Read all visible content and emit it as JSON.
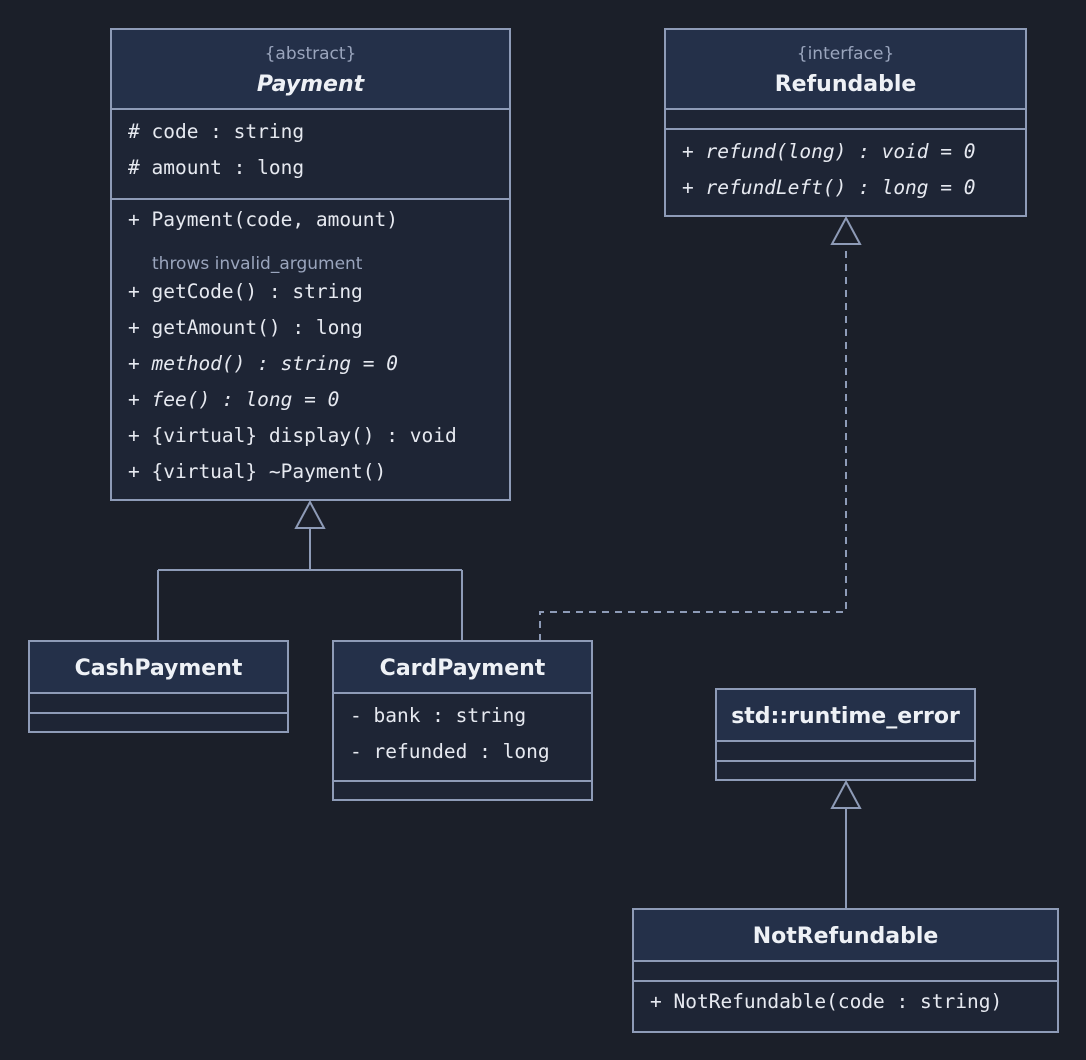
{
  "payment": {
    "stereotype": "{abstract}",
    "name": "Payment",
    "attributes": [
      "# code : string",
      "# amount : long"
    ],
    "constructor": "+ Payment(code, amount)",
    "throws_note": "throws invalid_argument",
    "methods": [
      "+ getCode() : string",
      "+ getAmount() : long",
      "+ method() : string = 0",
      "+ fee() : long = 0",
      "+ {virtual} display() : void",
      "+ {virtual} ~Payment()"
    ]
  },
  "refundable": {
    "stereotype": "{interface}",
    "name": "Refundable",
    "methods": [
      "+ refund(long) : void = 0",
      "+ refundLeft() : long = 0"
    ]
  },
  "cash_payment": {
    "name": "CashPayment"
  },
  "card_payment": {
    "name": "CardPayment",
    "attributes": [
      "- bank : string",
      "- refunded : long"
    ]
  },
  "runtime_error": {
    "name": "std::runtime_error"
  },
  "not_refundable": {
    "name": "NotRefundable",
    "methods": [
      "+ NotRefundable(code : string)"
    ]
  },
  "colors": {
    "background": "#1b1f29",
    "box_fill": "#1e2535",
    "header_fill": "#243049",
    "line": "#8e9bb7",
    "text": "#e6e9f0",
    "muted_text": "#9aa5bd"
  }
}
